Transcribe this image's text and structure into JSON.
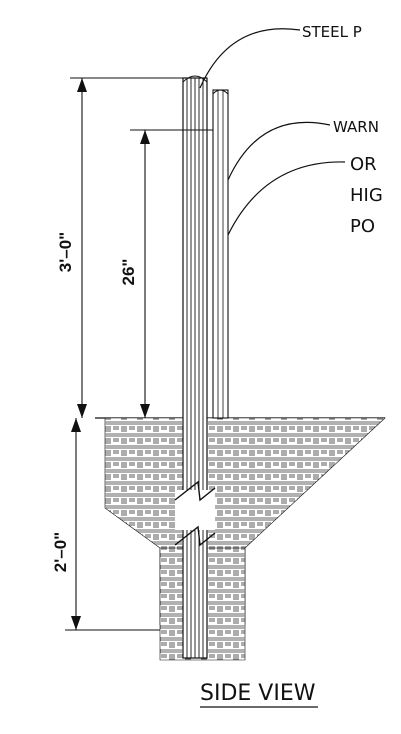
{
  "drawing": {
    "view_title": "SIDE VIEW",
    "callouts": {
      "steel_post": "STEEL P",
      "warning_line1": "WARN",
      "warning_line2": "OR",
      "warning_line3": "HIG",
      "warning_line4": "PO"
    },
    "dimensions": {
      "above_ground": "3'–0\"",
      "tape_height": "26\"",
      "embedment": "2'–0\""
    }
  }
}
